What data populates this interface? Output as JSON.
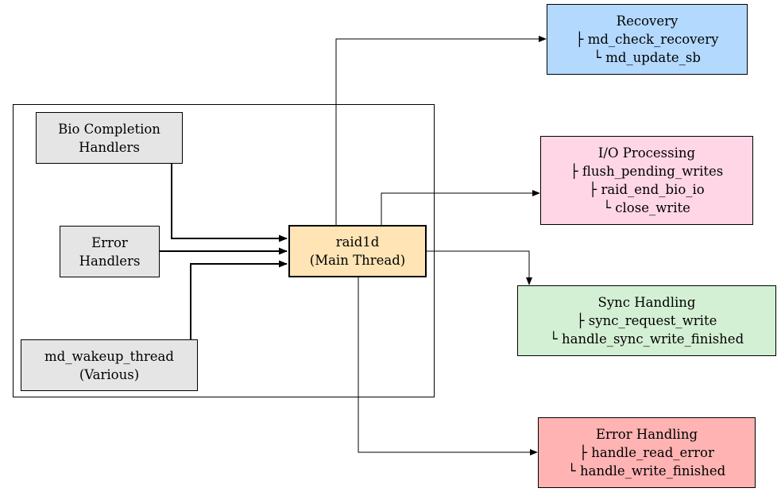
{
  "colors": {
    "input_fill": "#e5e5e5",
    "main_fill": "#ffe4b5",
    "recovery_fill": "#b3d9ff",
    "io_fill": "#ffd6e6",
    "sync_fill": "#d4f0d4",
    "error_fill": "#ffb3b3"
  },
  "inputs": {
    "bio": {
      "line1": "Bio Completion",
      "line2": "Handlers"
    },
    "error": {
      "line1": "Error",
      "line2": "Handlers"
    },
    "wakeup": {
      "line1": "md_wakeup_thread",
      "line2": "(Various)"
    }
  },
  "main": {
    "line1": "raid1d",
    "line2": "(Main Thread)"
  },
  "outputs": {
    "recovery": {
      "title": "Recovery",
      "items": [
        "├ md_check_recovery",
        "└ md_update_sb"
      ]
    },
    "io": {
      "title": "I/O Processing",
      "items": [
        "├ flush_pending_writes",
        "├ raid_end_bio_io",
        "└ close_write"
      ]
    },
    "sync": {
      "title": "Sync Handling",
      "items": [
        "├ sync_request_write",
        "└ handle_sync_write_finished"
      ]
    },
    "error": {
      "title": "Error Handling",
      "items": [
        "├ handle_read_error",
        "└ handle_write_finished"
      ]
    }
  }
}
